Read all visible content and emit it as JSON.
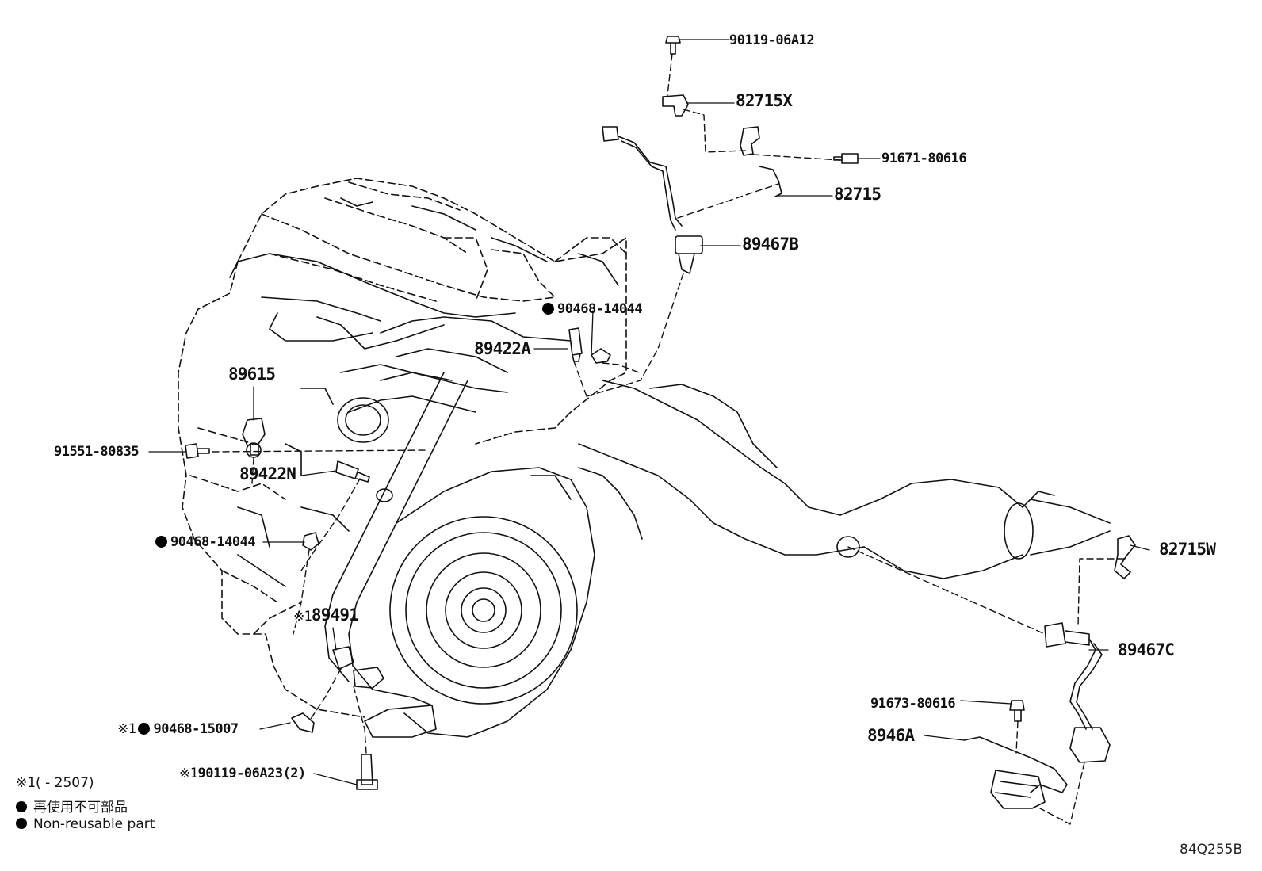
{
  "diagram": {
    "reference_code": "84Q255B",
    "parts": {
      "p_9011906A12": "90119-06A12",
      "p_82715X": "82715X",
      "p_9167180616": "91671-80616",
      "p_82715": "82715",
      "p_89467B": "89467B",
      "p_9046814044_top": "90468-14044",
      "p_89422A": "89422A",
      "p_89615": "89615",
      "p_9155180835": "91551-80835",
      "p_89422N": "89422N",
      "p_9046814044_left": "90468-14044",
      "p_89491": "89491",
      "p_9046815007": "90468-15007",
      "p_9011906A23": "90119-06A23(2)",
      "p_82715W": "82715W",
      "p_89467C": "89467C",
      "p_9167380616": "91673-80616",
      "p_8946A": "8946A"
    },
    "marks": {
      "restricted": "※1",
      "restricted_89491": "※1",
      "restricted_15007": "※1",
      "restricted_06A23": "※1"
    },
    "legend": {
      "note1": "※1(      - 2507)",
      "non_reusable_jp": "再使用不可部品",
      "non_reusable_en": "Non-reusable part"
    }
  }
}
